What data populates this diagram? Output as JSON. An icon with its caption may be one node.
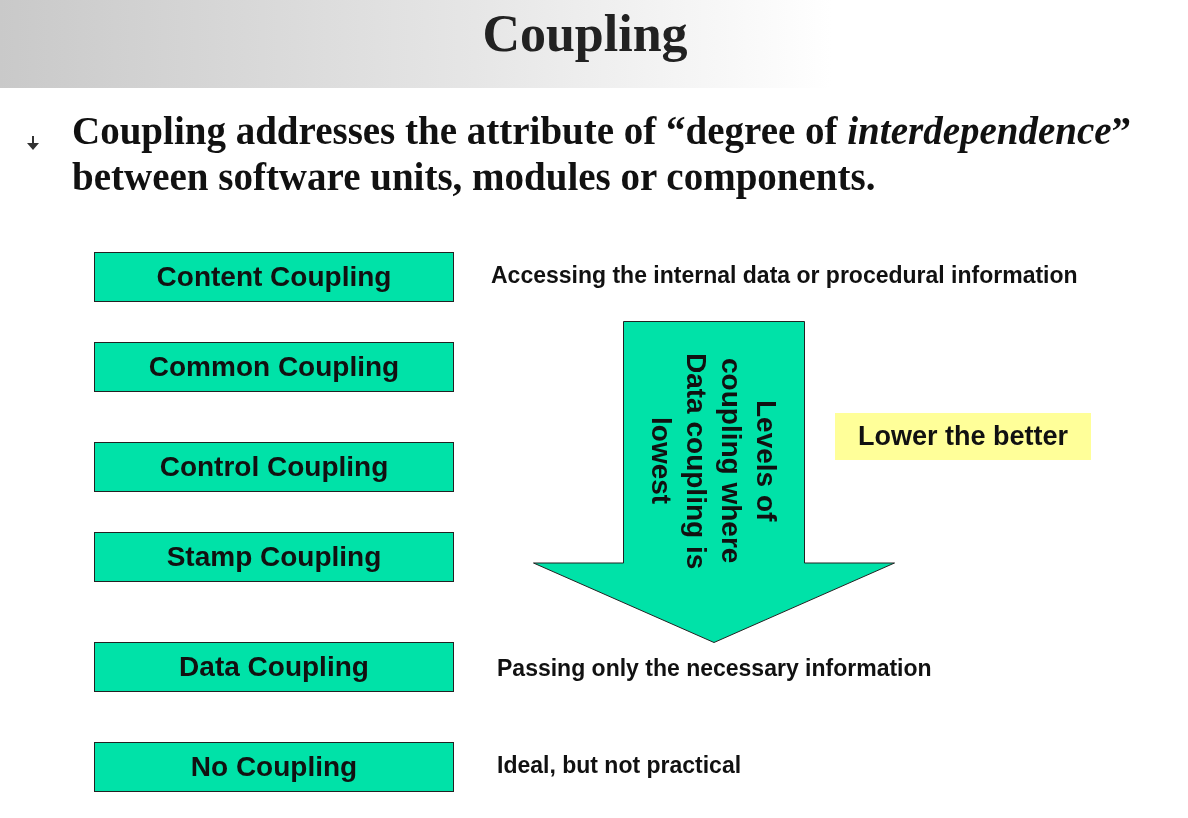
{
  "diagram": {
    "title": "Coupling",
    "nodes": [
      {
        "text": [
          "Content Coupling"
        ],
        "beside": [
          "Accessing the internal data or procedural information"
        ]
      },
      {
        "text": [
          "Common Coupling"
        ]
      },
      {
        "text": [
          "Control Coupling"
        ]
      },
      {
        "text": [
          "Stamp Coupling"
        ]
      },
      {
        "text": [
          "Data Coupling"
        ]
      },
      {
        "text": [
          "No Coupling"
        ],
        "beside": [
          "Ideal, but not practical"
        ]
      },
      {
        "text": [
          "Levels of coupling where Data coupling is lowest"
        ]
      },
      {
        "text": [
          "Lower the better"
        ]
      }
    ],
    "labels": [
      "Coupling addresses the attribute of “degree of *interdependence*” between software units, modules or components.",
      "Passing only the necessary information"
    ]
  }
}
